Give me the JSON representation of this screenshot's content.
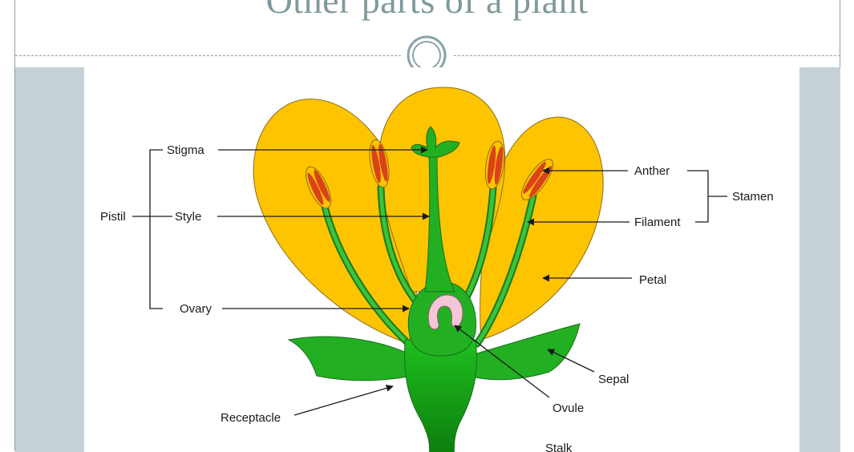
{
  "slide": {
    "title": "Other parts of a plant"
  },
  "diagram": {
    "labels": {
      "stigma": "Stigma",
      "style": "Style",
      "ovary": "Ovary",
      "pistil": "Pistil",
      "anther": "Anther",
      "filament": "Filament",
      "stamen": "Stamen",
      "petal": "Petal",
      "sepal": "Sepal",
      "ovule": "Ovule",
      "receptacle": "Receptacle",
      "stalk": "Stalk"
    },
    "colors": {
      "petal": "#ffc400",
      "stem": "#22a822",
      "anther": "#d9421a",
      "ovule": "#f4c6d8",
      "line": "#1a1a1a"
    }
  },
  "theme": {
    "title_color": "#7f9a9b",
    "panel_color": "#c5d1d6",
    "frame_color": "#8aa3a8"
  }
}
